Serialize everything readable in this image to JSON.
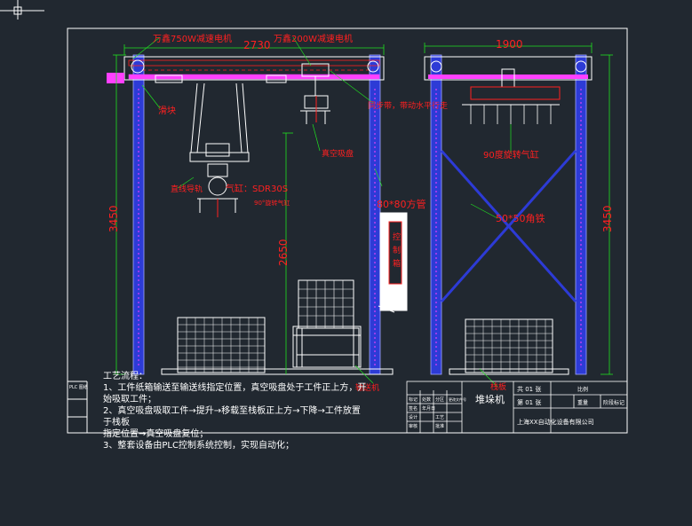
{
  "colors": {
    "background": "#212830",
    "frame": "#ffffff",
    "label": "#ff2020",
    "steel": "#2d3bd6",
    "steel_edge": "#a0a8ff",
    "bracing": "#2d3bd6",
    "drawing": "#ffffff",
    "dimension": "#20e020",
    "panel_fill": "#ffffff",
    "accent_pink": "#ff40ff"
  },
  "front_view": {
    "motor_label_left": "万鑫750W减速电机",
    "motor_label_right": "万鑫200W减速电机",
    "dim_width": "2730",
    "dim_height": "3450",
    "dim_lower": "2650",
    "labels": {
      "slide_block": "滑块",
      "sync_belt": "同步带，带动水平行走",
      "vacuum_cup": "真空吸盘",
      "linear_guide": "直线导轨",
      "cylinder_model": "气缸：SDR30S",
      "rotary_cyl": "90°旋转气缸",
      "square_tube": "80*80方管",
      "conveyor": "输送机"
    },
    "control_box_label": "控制箱"
  },
  "side_view": {
    "dim_width": "1900",
    "dim_height": "3450",
    "labels": {
      "rotary_cyl": "90度旋转气缸",
      "angle_steel": "50*50角铁",
      "pallet": "栈板"
    }
  },
  "process": {
    "title": "工艺流程：",
    "lines": [
      "1、工件纸箱输送至输送线指定位置，真空吸盘处于工件正上方，开",
      "始吸取工件；",
      "2、真空吸盘吸取工件→提升→移载至栈板正上方→下降→工件放置",
      "于栈板",
      "    指定位置→真空吸盘复位；",
      "3、整套设备由PLC控制系统控制，实现自动化；"
    ]
  },
  "title_block": {
    "drawing_name": "堆垛机",
    "sheet_total": "共 01 张",
    "sheet_no": "第 01 张",
    "company": "上海XX自动化设备有限公司",
    "col_headers": [
      "标记",
      "处数",
      "分区",
      "更改文件号",
      "签名",
      "年月日"
    ],
    "role_labels": [
      "设计",
      "审核",
      "工艺",
      "批准"
    ],
    "side_cells": [
      "比例",
      "重量",
      "阶段标记"
    ],
    "corner_label": "PLC 图纸"
  }
}
